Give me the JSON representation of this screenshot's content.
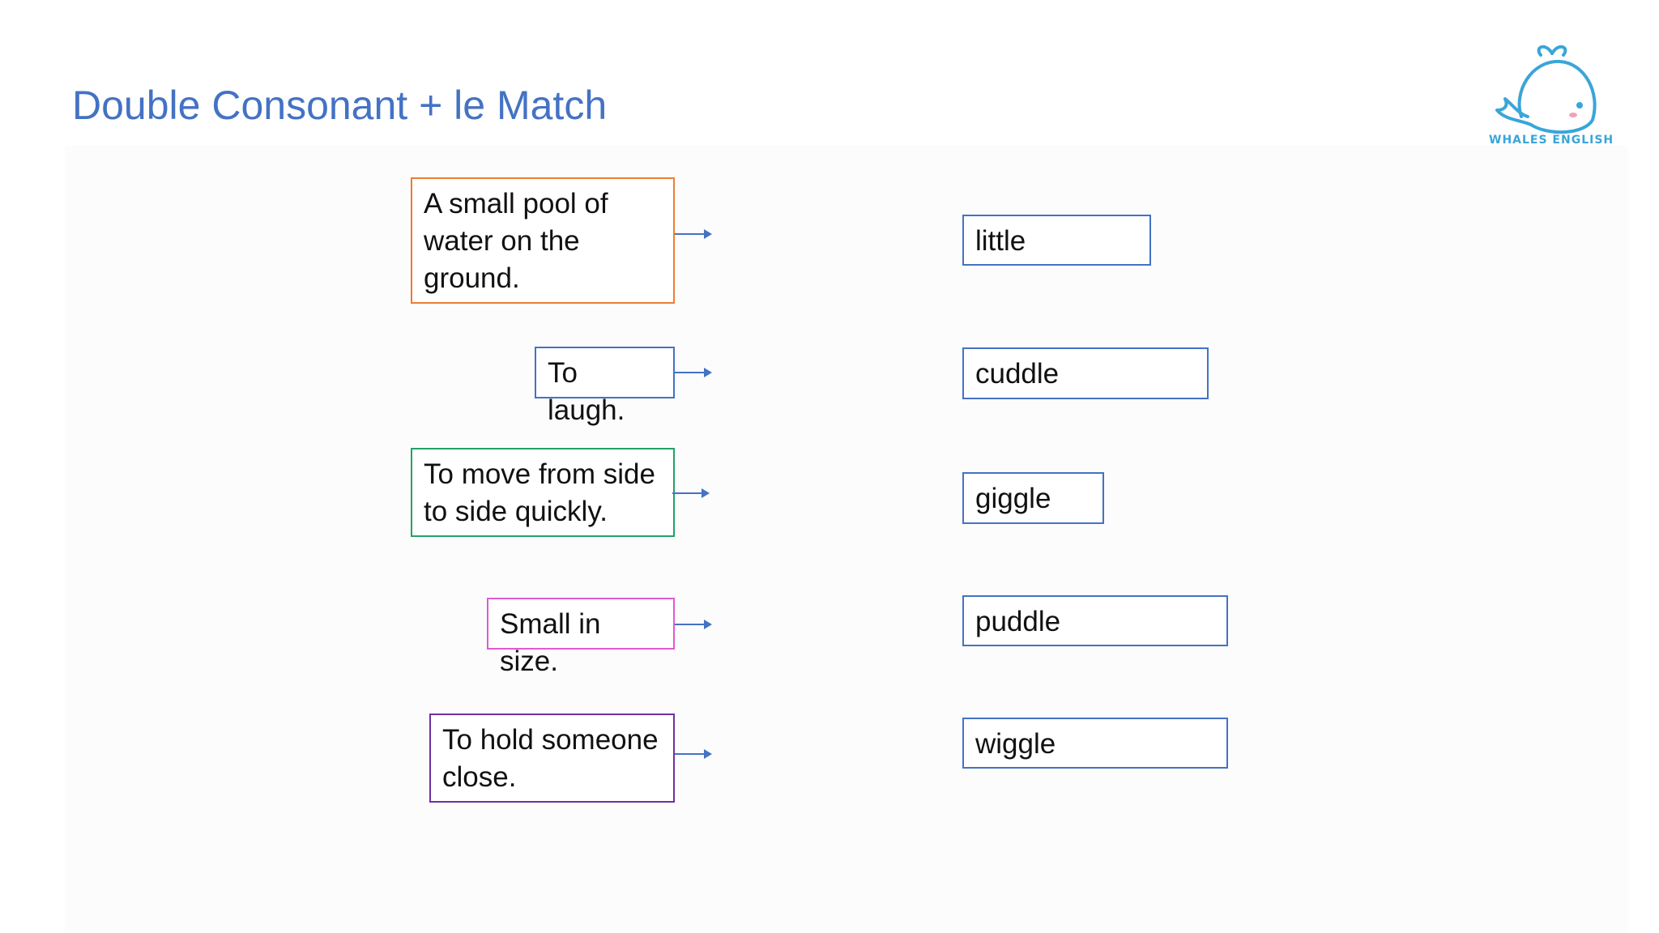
{
  "title": "Double Consonant + le Match",
  "logo": {
    "text": "WHALES ENGLISH",
    "color": "#3aa5d9"
  },
  "definitions": [
    {
      "text": "A small pool of water on the ground.",
      "border_color": "#ed7d31"
    },
    {
      "text": "To laugh.",
      "border_color": "#4472c4"
    },
    {
      "text": "To move from side to side quickly.",
      "border_color": "#21a366"
    },
    {
      "text": "Small in size.",
      "border_color": "#e05ad0"
    },
    {
      "text": "To hold someone close.",
      "border_color": "#7030a0"
    }
  ],
  "words": [
    "little",
    "cuddle",
    "giggle",
    "puddle",
    "wiggle"
  ],
  "accent_color": "#4472c4"
}
